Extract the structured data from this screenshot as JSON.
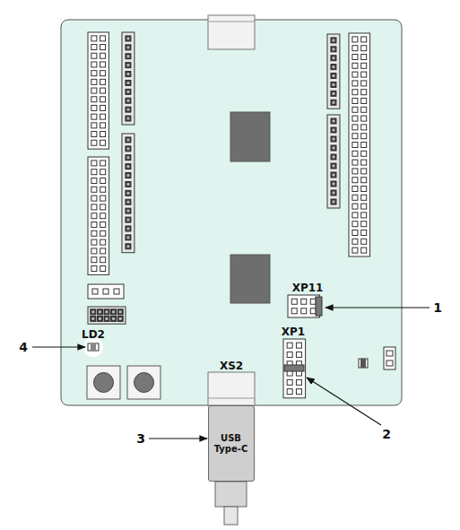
{
  "diagram": {
    "nodes": [
      {
        "text": [
          "USB Type-C"
        ]
      }
    ],
    "labels": [
      "XP11",
      "1",
      "XP1",
      "2",
      "XS2",
      "3",
      "4",
      "LD2"
    ]
  }
}
